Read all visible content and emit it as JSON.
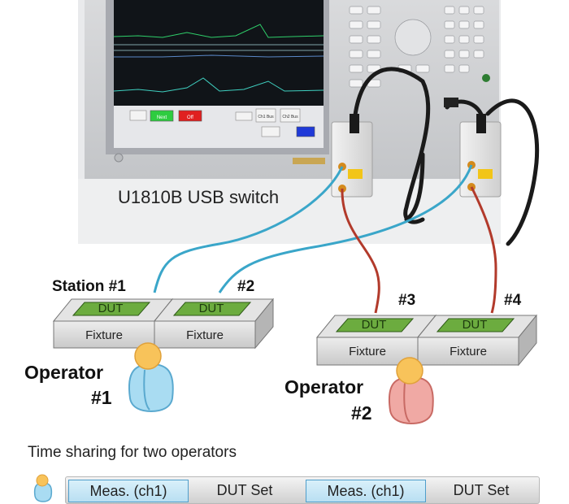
{
  "instrument": {
    "softkeys_row1": [
      "",
      "Next",
      "Off",
      "",
      "",
      "Ch1 Bus",
      "Ch2 Bus"
    ],
    "switch_label": "U1810B USB switch"
  },
  "stations": [
    {
      "id": "station-1",
      "label": "Station #1",
      "dut": "DUT",
      "fixture": "Fixture"
    },
    {
      "id": "station-2",
      "label": "#2",
      "dut": "DUT",
      "fixture": "Fixture"
    },
    {
      "id": "station-3",
      "label": "#3",
      "dut": "DUT",
      "fixture": "Fixture"
    },
    {
      "id": "station-4",
      "label": "#4",
      "dut": "DUT",
      "fixture": "Fixture"
    }
  ],
  "operators": [
    {
      "line1": "Operator",
      "line2": "#1",
      "color": "#a9dcf2"
    },
    {
      "line1": "Operator",
      "line2": "#2",
      "color": "#f0a9a4"
    }
  ],
  "cable_colors": {
    "operator1": "#3aa6c9",
    "operator2": "#b23a2b"
  },
  "timeline": {
    "title": "Time sharing for two operators",
    "segments": [
      "Meas. (ch1)",
      "DUT Set",
      "Meas. (ch1)",
      "DUT Set"
    ]
  }
}
